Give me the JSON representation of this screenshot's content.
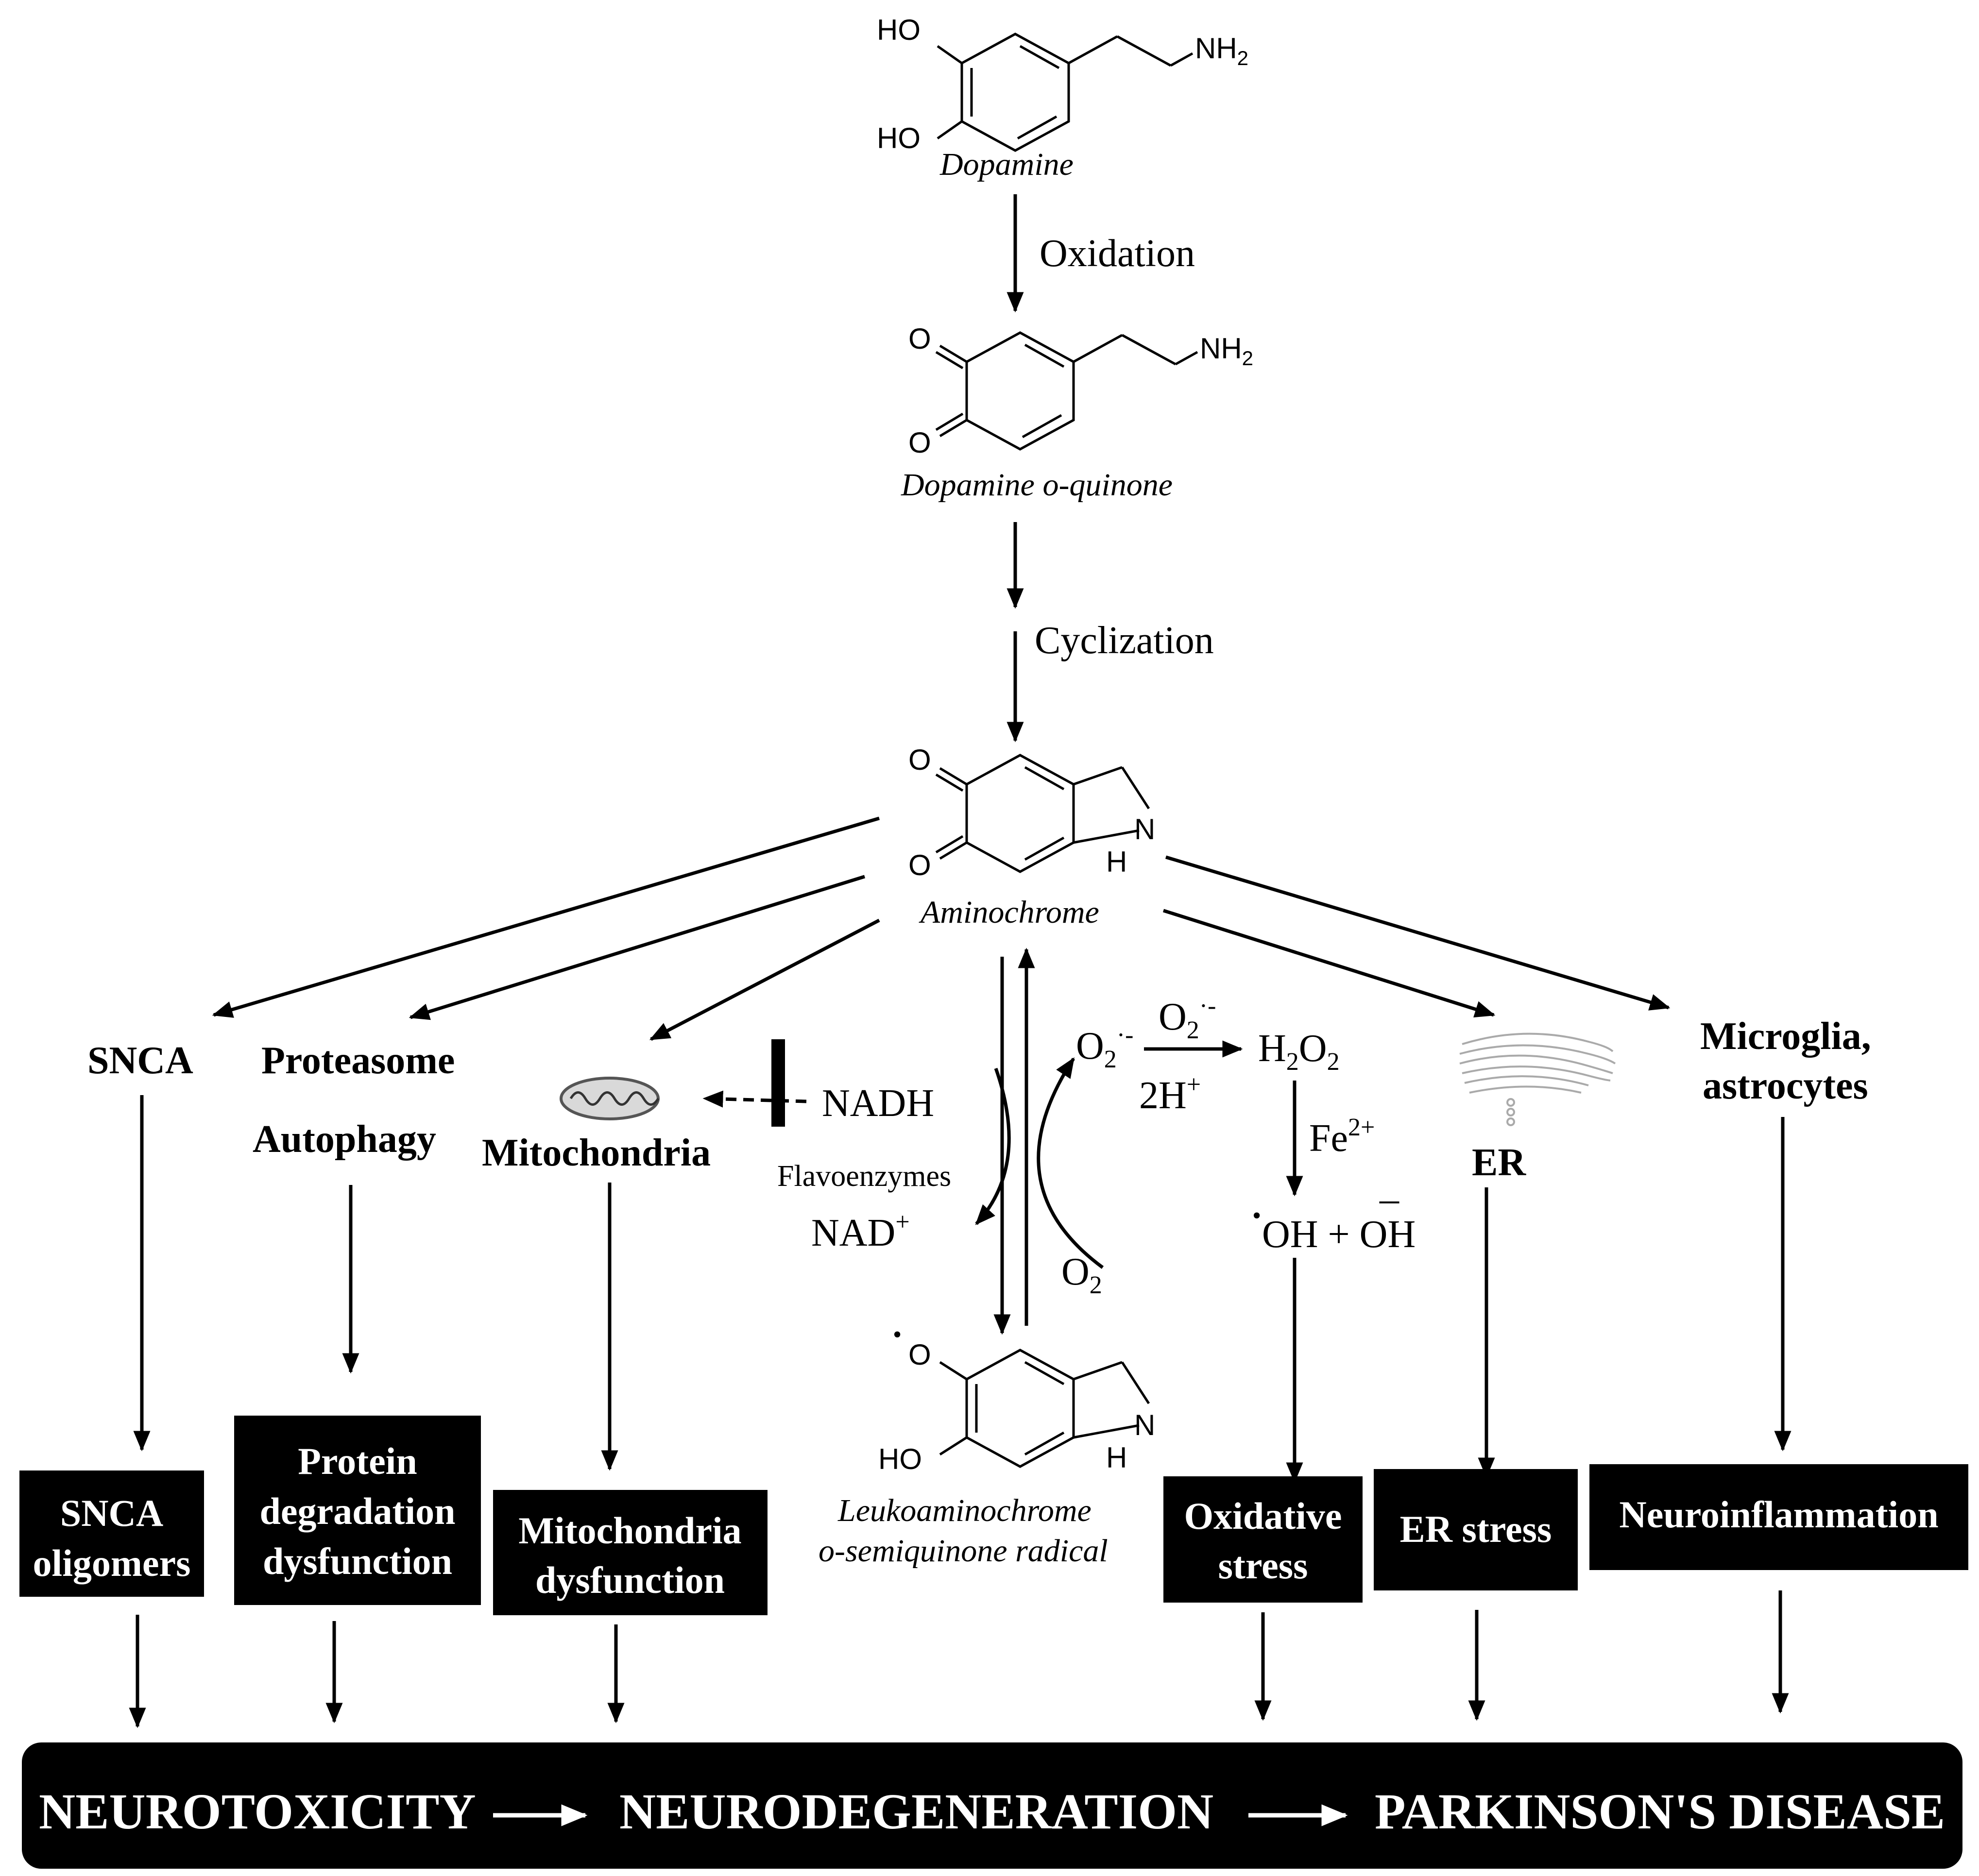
{
  "molecules": {
    "dopamine": {
      "name": "Dopamine",
      "ho_top": "HO",
      "ho_bottom": "HO",
      "nh": "NH",
      "nh_sub": "2"
    },
    "quinone": {
      "name": "Dopamine o-quinone",
      "o_top": "O",
      "o_bottom": "O",
      "nh": "NH",
      "nh_sub": "2"
    },
    "aminochrome": {
      "name": "Aminochrome",
      "o_top": "O",
      "o_bottom": "O",
      "n": "N",
      "h": "H"
    },
    "leuko": {
      "name_line1": "Leukoaminochrome",
      "name_line2": "o-semiquinone radical",
      "o_radical": "O",
      "ho": "HO",
      "n": "N",
      "h": "H",
      "dot": "•"
    }
  },
  "steps": {
    "oxidation": "Oxidation",
    "cyclization": "Cyclization"
  },
  "targets": {
    "snca": "SNCA",
    "proteasome": "Proteasome",
    "autophagy": "Autophagy",
    "mitochondria": "Mitochondria",
    "er": "ER",
    "microglia_line1": "Microglia,",
    "microglia_line2": "astrocytes"
  },
  "redox": {
    "nadh": "NADH",
    "flavoenzymes": "Flavoenzymes",
    "nad": "NAD",
    "nad_sup": "+",
    "o2_main": "O",
    "o2_sub": "2",
    "o2_left": "O",
    "o2_left_sub": "2",
    "o2_left_sup": "·-",
    "o2_right": "O",
    "o2_right_sub": "2",
    "o2_right_sup": "·-",
    "h2o2_h": "H",
    "h2o2_sub1": "2",
    "h2o2_o": "O",
    "h2o2_sub2": "2",
    "two_h": "2H",
    "two_h_sup": "+",
    "fe": "Fe",
    "fe_sup": "2+",
    "oh_radical": "•",
    "oh_expr": "OH + OH",
    "oh_minus": "–"
  },
  "outcomes": {
    "snca_line1": "SNCA",
    "snca_line2": "oligomers",
    "protein_line1": "Protein",
    "protein_line2": "degradation",
    "protein_line3": "dysfunction",
    "mito_line1": "Mitochondria",
    "mito_line2": "dysfunction",
    "oxidative_line1": "Oxidative",
    "oxidative_line2": "stress",
    "er_stress": "ER stress",
    "neuroinflammation": "Neuroinflammation"
  },
  "banner": {
    "neurotoxicity": "NEUROTOXICITY",
    "neurodegeneration": "NEURODEGENERATION",
    "parkinsons": "PARKINSON'S DISEASE"
  }
}
